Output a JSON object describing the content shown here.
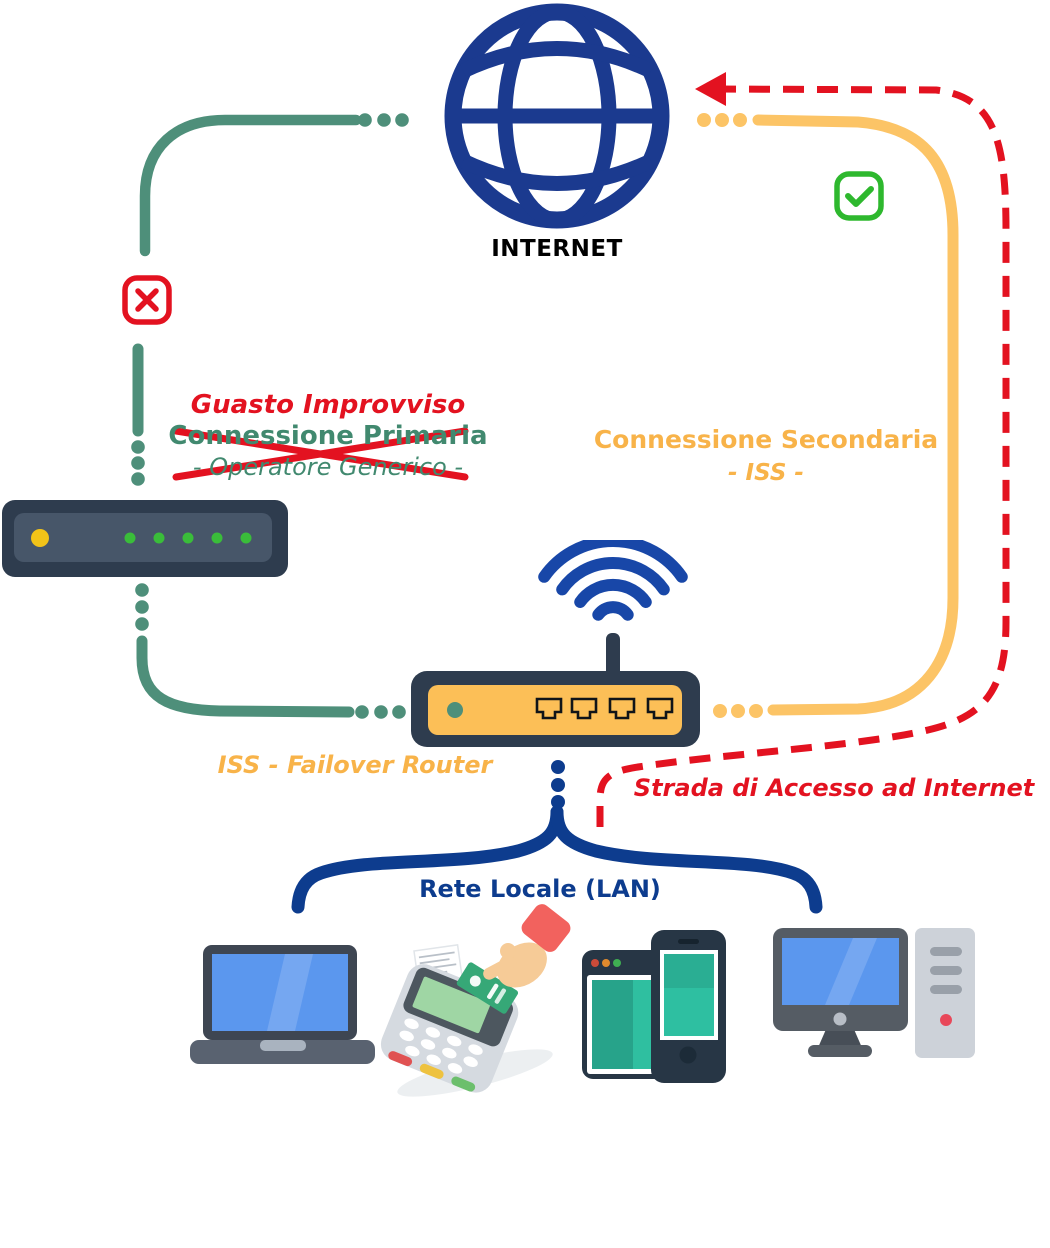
{
  "internet": {
    "label": "INTERNET"
  },
  "status": {
    "failure_title": "Guasto Improvviso",
    "primary_label": "Connessione Primaria",
    "primary_sub": "- Operatore Generico -",
    "secondary_label": "Connessione Secondaria",
    "secondary_sub": "- ISS -"
  },
  "router": {
    "label": "ISS - Failover Router"
  },
  "access": {
    "label": "Strada di Accesso ad Internet"
  },
  "lan": {
    "label": "Rete Locale (LAN)"
  },
  "icons": {
    "internet": "globe-icon",
    "primary_status": "cross-icon",
    "secondary_status": "check-icon",
    "primary_device": "modem-icon",
    "failover_device": "wifi-router-icon",
    "lan_devices": [
      "laptop-icon",
      "pos-terminal-icon",
      "tablet-phone-icon",
      "desktop-computer-icon"
    ]
  },
  "colors": {
    "globe_blue": "#1b3a8f",
    "wifi_blue": "#1847a8",
    "lan_blue": "#0d3c8e",
    "teal": "#4e8f7a",
    "teal_text": "#41896f",
    "yellow": "#fcc466",
    "yellow_text": "#f8b349",
    "red": "#e31220",
    "green": "#2eb82e",
    "device_slate": "#2e3c4e",
    "device_slate_light": "#475669",
    "router_panel": "#fcbf57",
    "led_green": "#3abd3a",
    "led_gold": "#f2c318",
    "screen_blue": "#5b97ee"
  }
}
